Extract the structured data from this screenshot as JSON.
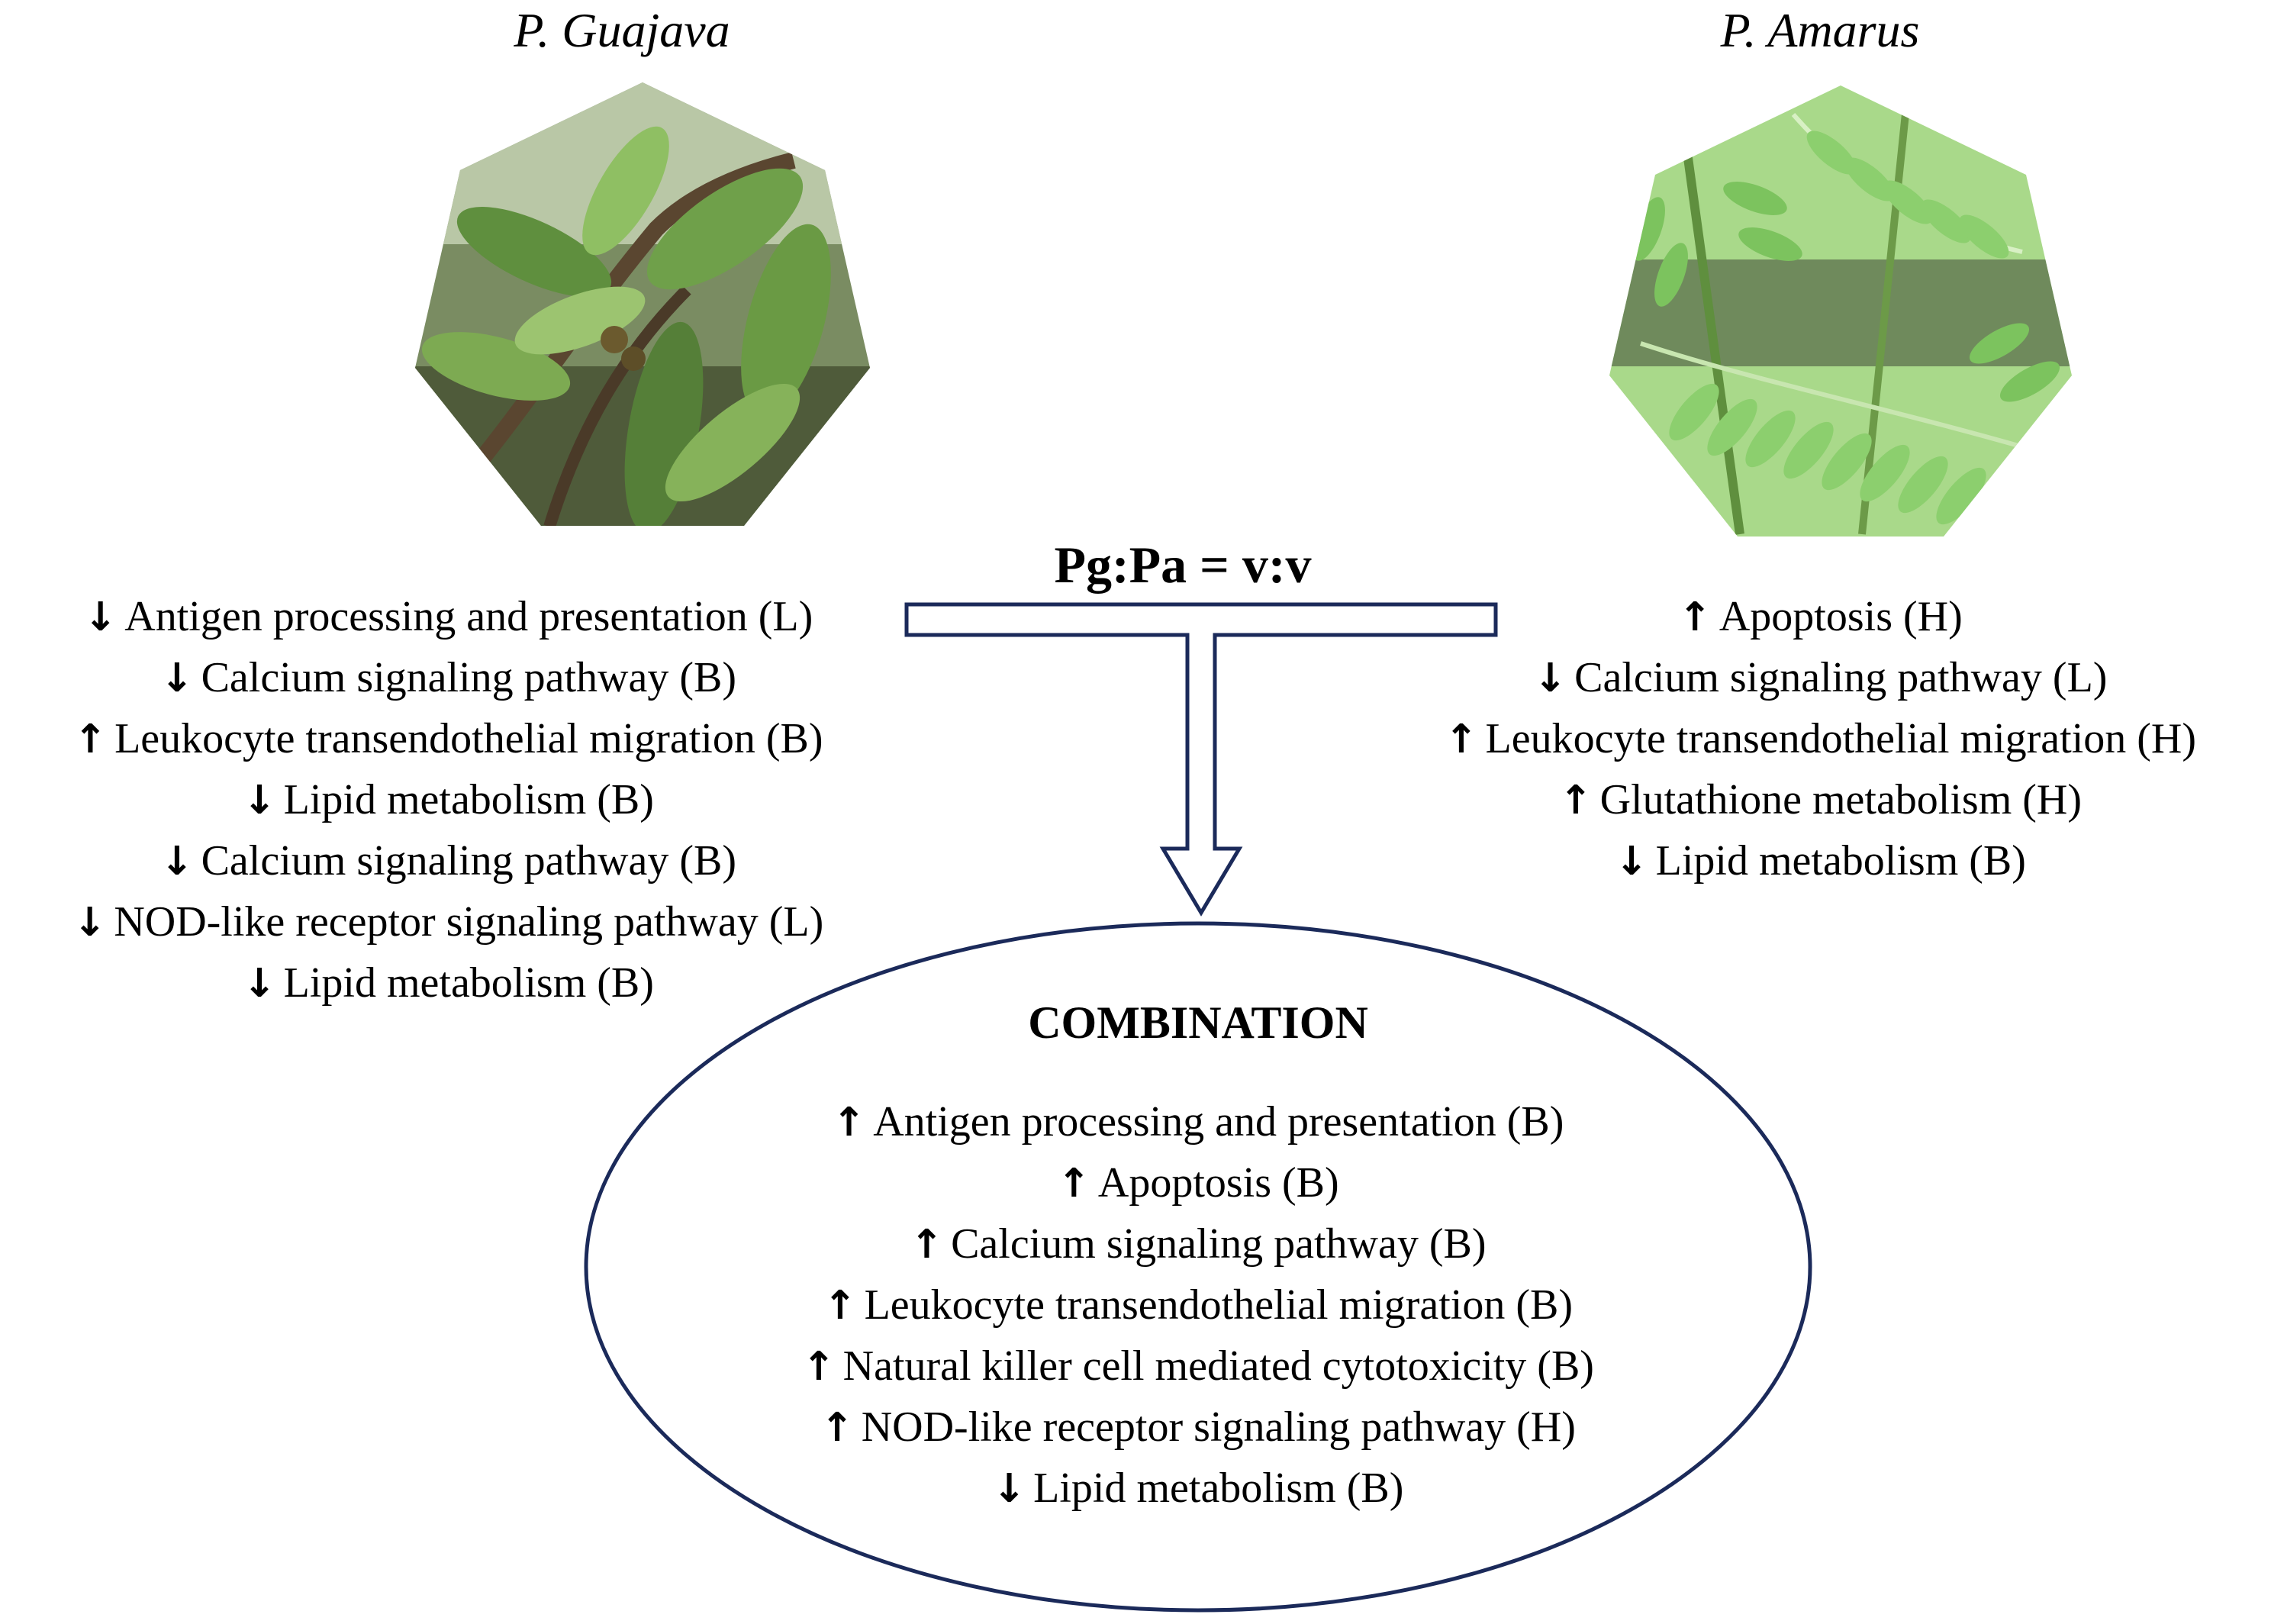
{
  "species": {
    "left": "P. Guajava",
    "right": "P. Amarus"
  },
  "ratio_label": "Pg:Pa = v:v",
  "combination_title": "COMBINATION",
  "colors": {
    "arrow_outline": "#1b2a5a",
    "ellipse_outline": "#1b2a5a",
    "guava_leaf": "#5f8f3e",
    "amarus_leaf": "#8ccf6e"
  },
  "lists": {
    "left": [
      {
        "dir": "down",
        "text": "Antigen processing and presentation (L)"
      },
      {
        "dir": "down",
        "text": "Calcium signaling pathway (B)"
      },
      {
        "dir": "up",
        "text": "Leukocyte transendothelial migration (B)"
      },
      {
        "dir": "down",
        "text": "Lipid metabolism (B)"
      },
      {
        "dir": "down",
        "text": "Calcium signaling pathway (B)"
      },
      {
        "dir": "down",
        "text": "NOD-like receptor signaling pathway (L)"
      },
      {
        "dir": "down",
        "text": "Lipid metabolism (B)"
      }
    ],
    "right": [
      {
        "dir": "up",
        "text": "Apoptosis (H)"
      },
      {
        "dir": "down",
        "text": "Calcium signaling pathway (L)"
      },
      {
        "dir": "up",
        "text": "Leukocyte transendothelial migration (H)"
      },
      {
        "dir": "up",
        "text": "Glutathione metabolism (H)"
      },
      {
        "dir": "down",
        "text": "Lipid metabolism (B)"
      }
    ],
    "combination": [
      {
        "dir": "up",
        "text": "Antigen processing and presentation (B)"
      },
      {
        "dir": "up",
        "text": "Apoptosis (B)"
      },
      {
        "dir": "up",
        "text": "Calcium signaling pathway (B)"
      },
      {
        "dir": "up",
        "text": "Leukocyte transendothelial migration (B)"
      },
      {
        "dir": "up",
        "text": "Natural killer cell mediated cytotoxicity (B)"
      },
      {
        "dir": "up",
        "text": "NOD-like receptor signaling pathway (H)"
      },
      {
        "dir": "down",
        "text": "Lipid metabolism (B)"
      }
    ]
  }
}
